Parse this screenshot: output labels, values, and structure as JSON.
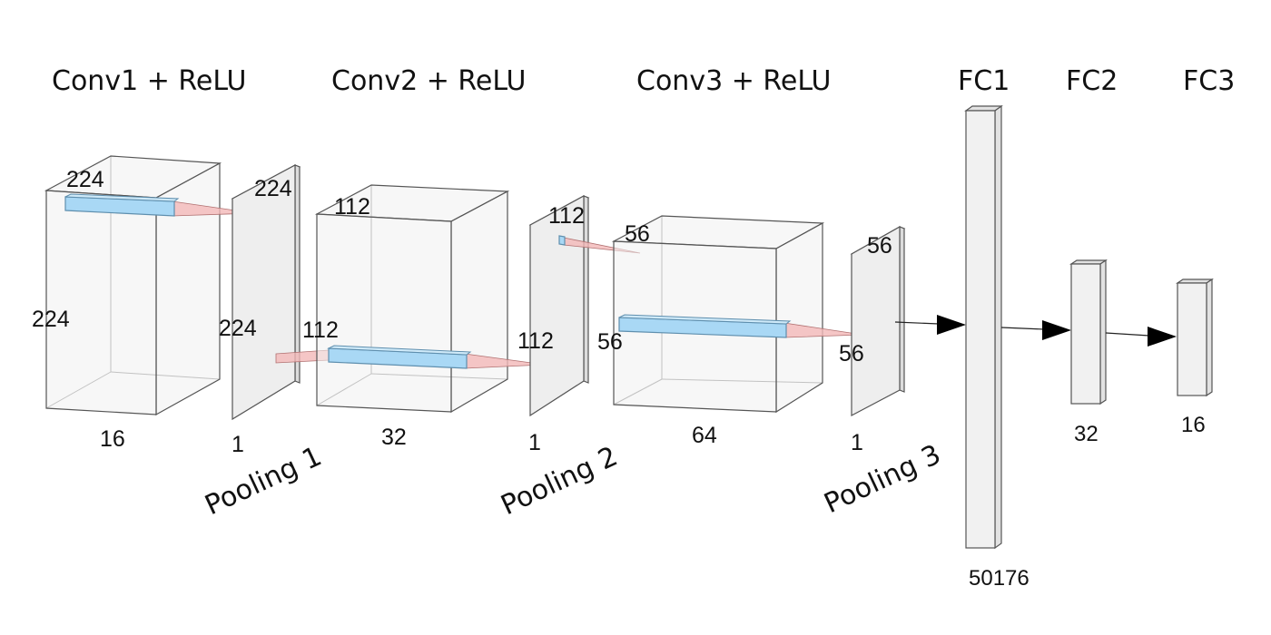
{
  "stages": {
    "conv1": "Conv1 + ReLU",
    "conv2": "Conv2 + ReLU",
    "conv3": "Conv3 + ReLU",
    "fc1": "FC1",
    "fc2": "FC2",
    "fc3": "FC3"
  },
  "pooling": {
    "p1": "Pooling 1",
    "p2": "Pooling 2",
    "p3": "Pooling 3"
  },
  "dims": {
    "conv1_height": "224",
    "conv1_width": "224",
    "conv1_depth": "16",
    "pool1_height": "224",
    "pool1_width": "224",
    "pool1_depth": "1",
    "conv2_width": "112",
    "conv2_height": "112",
    "conv2_depth": "32",
    "pool2_width": "112",
    "pool2_height": "112",
    "pool2_depth": "1",
    "conv3_width": "56",
    "conv3_height": "56",
    "conv3_depth": "64",
    "pool3_width": "56",
    "pool3_height": "56",
    "pool3_depth": "1",
    "fc1_units": "50176",
    "fc2_units": "32",
    "fc3_units": "16"
  }
}
